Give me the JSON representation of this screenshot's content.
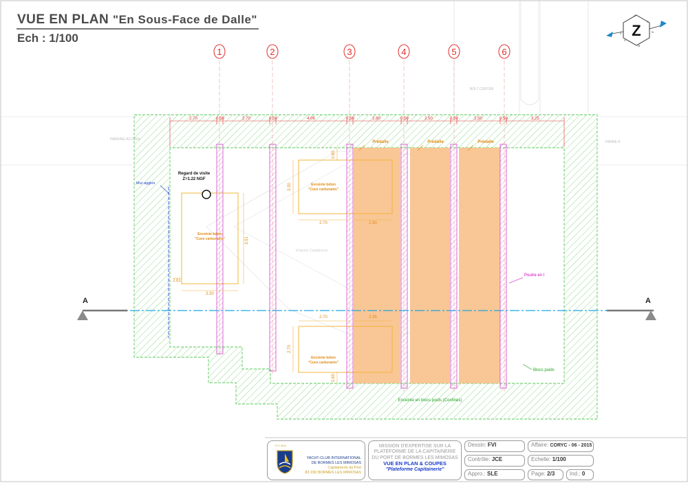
{
  "header": {
    "title": "VUE EN PLAN",
    "subtitle": "\"En Sous-Face de Dalle\"",
    "scale": "Ech : 1/100"
  },
  "compass": {
    "letter": "Z",
    "marks": [
      "E",
      "S",
      "M",
      "N",
      "Z",
      "S"
    ]
  },
  "axes": [
    {
      "id": "1"
    },
    {
      "id": "2"
    },
    {
      "id": "3"
    },
    {
      "id": "4"
    },
    {
      "id": "5"
    },
    {
      "id": "6"
    }
  ],
  "dimensions_top": [
    "2.70",
    "0.50",
    "2.70",
    "0.50",
    "4.06",
    "0.50",
    "2.80",
    "0.50",
    "2.50",
    "0.50",
    "2.50",
    "0.50",
    "3.25"
  ],
  "labels": {
    "regard": "Regard de visite",
    "regard_z": "Z=1.22 NGF",
    "mur_agglos": "Mur agglos",
    "predalle": "Prédalle",
    "enceinte": "Enceinte béton",
    "cuve": "\"Cuve carburants\"",
    "poutre": "Poutre en I",
    "blocs": "Blocs poids",
    "enceinte_blocs": "Enceinte en blocs poids (Confinés)",
    "section": "A",
    "bg_top": "BOLT CENTER",
    "bg_left": "PARKING ACCUEIL",
    "bg_right": "PANNE A",
    "bg_center": "Emprise Capitainerie"
  },
  "dims_inner": {
    "tank1_w": "3.30",
    "tank1_h": "3.51",
    "tank1_off": "2.61",
    "tank2_w": "2.70",
    "tank2_w2": "2.30",
    "tank2_h": "3.30",
    "tank2_off": "0.65",
    "tank3_w": "2.70",
    "tank3_w2": "2.35",
    "tank3_h": "2.70",
    "tank3_off": "0.65"
  },
  "title_block": {
    "org_lines": [
      "YACHT-CLUB INTERNATIONAL",
      "DE BORMES LES MIMOSAS",
      "Capitainerie du Port",
      "83 230 BORMES LES MIMOSAS"
    ],
    "logo_text": "Y.C.I.B.M.",
    "mission_lines": [
      "MISSION D'EXPERTISE SUR LA",
      "PLATEFORME DE LA CAPITAINERIE",
      "DU PORT DE BORMES LES MIMOSAS"
    ],
    "view_title": "VUE EN PLAN & COUPES",
    "view_sub": "\"Plateforme Capitainerie\"",
    "dessin_label": "Dessin:",
    "dessin": "FVI",
    "controle_label": "Contrôle:",
    "controle": "JCE",
    "appro_label": "Appro.:",
    "appro": "SLE",
    "affaire_label": "Affaire:",
    "affaire": "CORYC - 06 - 2015",
    "echelle_label": "Echelle:",
    "echelle": "1/100",
    "page_label": "Page:",
    "page": "2/3",
    "ind_label": "Ind.:",
    "ind": "0"
  },
  "colors": {
    "axis": "#e02a2a",
    "hatch": "#59c959",
    "predalle": "#f8c08a",
    "column": "#d046c8",
    "tank": "#f2b43a",
    "section_line": "#1ea6e0",
    "label_blue": "#1e3cc8",
    "label_magenta": "#d000c0",
    "label_green": "#20a020",
    "label_orange": "#e08a10"
  }
}
